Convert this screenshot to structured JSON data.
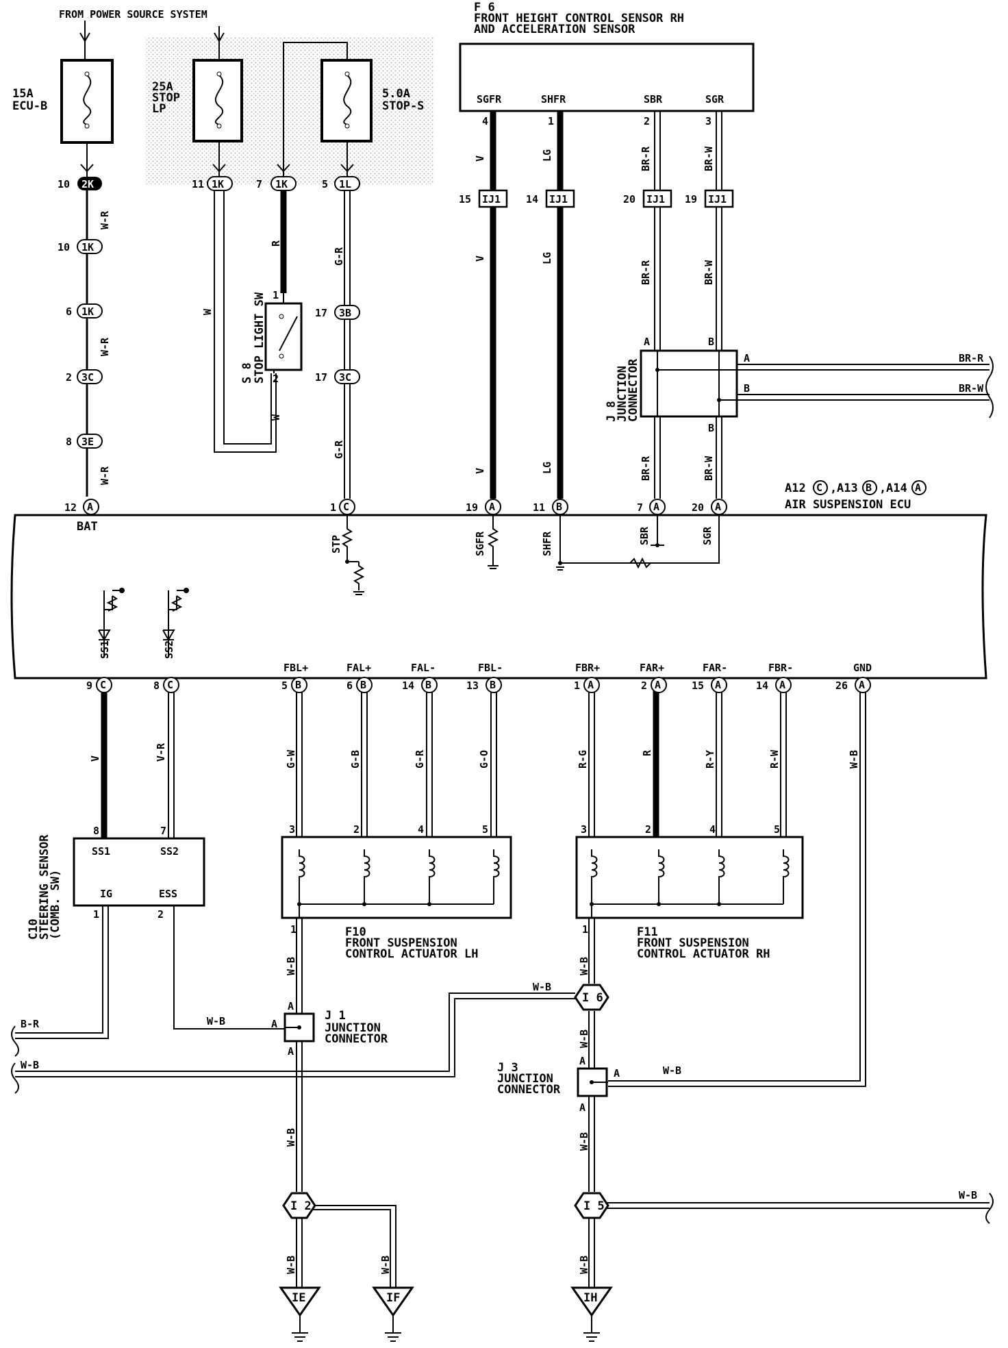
{
  "power": {
    "source": "FROM POWER SOURCE SYSTEM"
  },
  "fuses": [
    {
      "rating": "15A",
      "name": "ECU-B"
    },
    {
      "rating": "25A",
      "name": "STOP",
      "name2": "LP"
    },
    {
      "rating": "5.0A",
      "name": "STOP-S"
    }
  ],
  "f6": {
    "code": "F 6",
    "title1": "FRONT HEIGHT CONTROL SENSOR RH",
    "title2": "AND ACCELERATION SENSOR",
    "terminals": [
      {
        "name": "SGFR",
        "pin": "4",
        "color": "V",
        "jpin": "15",
        "ecu_color": "V",
        "ecu_pin": "19",
        "ecu_conn": "A"
      },
      {
        "name": "SHFR",
        "pin": "1",
        "color": "LG",
        "jpin": "14",
        "ecu_color": "LG",
        "ecu_pin": "11",
        "ecu_conn": "B"
      },
      {
        "name": "SBR",
        "pin": "2",
        "color": "BR-R",
        "jpin": "20",
        "ecu_color": "BR-R",
        "ecu_pin": "7",
        "ecu_conn": "A"
      },
      {
        "name": "SGR",
        "pin": "3",
        "color": "BR-W",
        "jpin": "19",
        "ecu_color": "BR-W",
        "ecu_pin": "20",
        "ecu_conn": "A"
      }
    ],
    "junction": "IJ1"
  },
  "connectors": {
    "c2k": {
      "id": "2K",
      "pin": "10"
    },
    "c1k_a": {
      "id": "1K",
      "pin": "10"
    },
    "c1k_b": {
      "id": "1K",
      "pin": "6"
    },
    "c3c_a": {
      "id": "3C",
      "pin": "2"
    },
    "c3e": {
      "id": "3E",
      "pin": "8"
    },
    "c1k_c": {
      "id": "1K",
      "pin": "11"
    },
    "c1k_d": {
      "id": "1K",
      "pin": "7"
    },
    "c1l": {
      "id": "1L",
      "pin": "5"
    },
    "c3b": {
      "id": "3B",
      "pin": "17"
    },
    "c3c_b": {
      "id": "3C",
      "pin": "17"
    }
  },
  "wires": {
    "wr1": "W-R",
    "wr2": "W-R",
    "wr3": "W-R",
    "w1": "W",
    "w2": "W",
    "r": "R",
    "gr1": "G-R",
    "gr2": "G-R"
  },
  "stop_sw": {
    "code": "S 8",
    "name": "STOP LIGHT SW",
    "pin1": "1",
    "pin2": "2"
  },
  "j8": {
    "code": "J 8",
    "name1": "JUNCTION",
    "name2": "CONNECTOR",
    "a": "A",
    "b": "B",
    "out_a": "BR-R",
    "out_b": "BR-W"
  },
  "ecu": {
    "code": "A12",
    "conn_c": "C",
    "code2": "A13",
    "conn_b": "B",
    "code3": "A14",
    "conn_a": "A",
    "name": "AIR SUSPENSION ECU",
    "bat_pin": "12",
    "bat_conn": "A",
    "bat": "BAT",
    "stp_pin": "1",
    "stp_conn": "C",
    "stp": "STP",
    "in_terms": [
      "SGFR",
      "SHFR",
      "SBR",
      "SGR"
    ],
    "bottom": [
      {
        "name": "SS1",
        "pin": "9",
        "conn": "C"
      },
      {
        "name": "SS2",
        "pin": "8",
        "conn": "C"
      },
      {
        "name": "FBL+",
        "pin": "5",
        "conn": "B"
      },
      {
        "name": "FAL+",
        "pin": "6",
        "conn": "B"
      },
      {
        "name": "FAL-",
        "pin": "14",
        "conn": "B"
      },
      {
        "name": "FBL-",
        "pin": "13",
        "conn": "B"
      },
      {
        "name": "FBR+",
        "pin": "1",
        "conn": "A"
      },
      {
        "name": "FAR+",
        "pin": "2",
        "conn": "A"
      },
      {
        "name": "FAR-",
        "pin": "15",
        "conn": "A"
      },
      {
        "name": "FBR-",
        "pin": "14",
        "conn": "A"
      },
      {
        "name": "GND",
        "pin": "26",
        "conn": "A"
      }
    ]
  },
  "bottom_wires": [
    "V",
    "V-R",
    "G-W",
    "G-B",
    "G-R",
    "G-O",
    "R-G",
    "R",
    "R-Y",
    "R-W",
    "W-B"
  ],
  "steering": {
    "code": "C10",
    "name1": "STEERING SENSOR",
    "name2": "(COMB. SW)",
    "t1": "SS1",
    "t2": "SS2",
    "t3": "IG",
    "t4": "ESS",
    "p8": "8",
    "p7": "7",
    "p1": "1",
    "p2": "2",
    "out_br": "B-R"
  },
  "f10": {
    "code": "F10",
    "name1": "FRONT SUSPENSION",
    "name2": "CONTROL ACTUATOR LH",
    "pins": [
      "3",
      "2",
      "4",
      "5"
    ],
    "gnd_pin": "1"
  },
  "f11": {
    "code": "F11",
    "name1": "FRONT SUSPENSION",
    "name2": "CONTROL ACTUATOR RH",
    "pins": [
      "3",
      "2",
      "4",
      "5"
    ],
    "gnd_pin": "1"
  },
  "j1": {
    "code": "J 1",
    "name1": "JUNCTION",
    "name2": "CONNECTOR",
    "a": "A"
  },
  "j3": {
    "code": "J 3",
    "name1": "JUNCTION",
    "name2": "CONNECTOR",
    "a": "A"
  },
  "splices": {
    "i6": "I 6",
    "i2": "I 2",
    "i5": "I 5"
  },
  "wb": "W-B",
  "grounds": [
    "IE",
    "IF",
    "IH"
  ]
}
